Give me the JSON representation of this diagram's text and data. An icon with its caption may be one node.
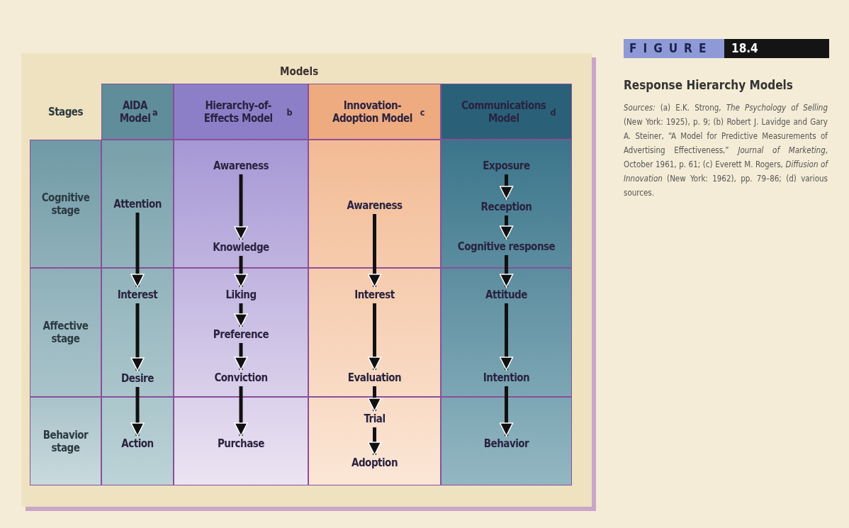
{
  "diagram": {
    "title": "Response Hierarchy Models",
    "caption": "*Sources:* (a) E.K. Strong, *The Psychology of Selling* (New York: 1925), p. 9; (b) Robert J. Lavidge and Gary A. Steiner, “A Model for Predictive Measurements of Advertising Effectiveness,” *Journal of Marketing*, October 1961, p. 61; (c) Everett M. Rogers, *Diffusion of Innovation* (New York: 1962), pp. 79–86; (d) various sources.",
    "nodes": [
      {
        "text": [
          "Stages"
        ]
      },
      {
        "text": [
          "Cognitive stage"
        ]
      },
      {
        "text": [
          "Affective stage"
        ]
      },
      {
        "text": [
          "Behavior stage"
        ]
      },
      {
        "text": [
          "AIDA Model$^{a}$"
        ]
      },
      {
        "text": [
          "Attention"
        ],
        "in": 4
      },
      {
        "text": [
          "Interest"
        ],
        "in": 4
      },
      {
        "text": [
          "Desire"
        ],
        "in": 4
      },
      {
        "text": [
          "Action"
        ],
        "in": 4
      },
      {
        "text": [
          "Hierarchy-of-Effects Model$^{b}$"
        ]
      },
      {
        "text": [
          "Awareness"
        ],
        "in": 9
      },
      {
        "text": [
          "Knowledge"
        ],
        "in": 9
      },
      {
        "text": [
          "Liking"
        ],
        "in": 9
      },
      {
        "text": [
          "Preference"
        ],
        "in": 9
      },
      {
        "text": [
          "Conviction"
        ],
        "in": 9
      },
      {
        "text": [
          "Purchase"
        ],
        "in": 9
      },
      {
        "text": [
          "Innovation-Adoption Model$^{c}$"
        ]
      },
      {
        "text": [
          "Awareness"
        ],
        "in": 16
      },
      {
        "text": [
          "Interest"
        ],
        "in": 16
      },
      {
        "text": [
          "Evaluation"
        ],
        "in": 16
      },
      {
        "text": [
          "Trial"
        ],
        "in": 16
      },
      {
        "text": [
          "Adoption"
        ],
        "in": 16
      },
      {
        "text": [
          "Communications Model$^{d}$"
        ]
      },
      {
        "text": [
          "Exposure"
        ],
        "in": 22
      },
      {
        "text": [
          "Reception"
        ],
        "in": 22
      },
      {
        "text": [
          "Cognitive response"
        ],
        "in": 22
      },
      {
        "text": [
          "Attitude"
        ],
        "in": 22
      },
      {
        "text": [
          "Intention"
        ],
        "in": 22
      },
      {
        "text": [
          "Behavior"
        ],
        "in": 22
      }
    ],
    "edges": [
      {
        "from": 5,
        "to": 6,
        "arrow": "to"
      },
      {
        "from": 6,
        "to": 7,
        "arrow": "to"
      },
      {
        "from": 7,
        "to": 8,
        "arrow": "to"
      },
      {
        "from": 10,
        "to": 11,
        "arrow": "to"
      },
      {
        "from": 11,
        "to": 12,
        "arrow": "to"
      },
      {
        "from": 12,
        "to": 13,
        "arrow": "to"
      },
      {
        "from": 13,
        "to": 14,
        "arrow": "to"
      },
      {
        "from": 14,
        "to": 15,
        "arrow": "to"
      },
      {
        "from": 17,
        "to": 18,
        "arrow": "to"
      },
      {
        "from": 18,
        "to": 19,
        "arrow": "to"
      },
      {
        "from": 19,
        "to": 20,
        "arrow": "to"
      },
      {
        "from": 20,
        "to": 21,
        "arrow": "to"
      },
      {
        "from": 23,
        "to": 24,
        "arrow": "to"
      },
      {
        "from": 24,
        "to": 25,
        "arrow": "to"
      },
      {
        "from": 25,
        "to": 26,
        "arrow": "to"
      },
      {
        "from": 26,
        "to": 27,
        "arrow": "to"
      },
      {
        "from": 27,
        "to": 28,
        "arrow": "to"
      }
    ],
    "labels": [
      "Models",
      "FIGURE",
      "18.4"
    ]
  }
}
